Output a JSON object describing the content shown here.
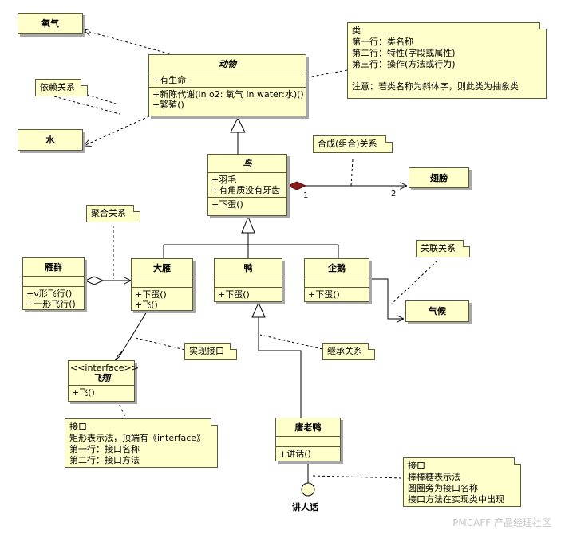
{
  "classes": {
    "oxygen": {
      "name": "氧气"
    },
    "water": {
      "name": "水"
    },
    "animal": {
      "name": "动物",
      "attributes": [
        "+有生命"
      ],
      "operations": [
        "+新陈代谢(in o2: 氧气  in water:水)()",
        "+繁殖()"
      ]
    },
    "bird": {
      "name": "鸟",
      "attributes": [
        "+羽毛",
        "+有角质没有牙齿"
      ],
      "operations": [
        "+下蛋()"
      ]
    },
    "wing": {
      "name": "翅膀"
    },
    "goose_flock": {
      "name": "雁群",
      "attributes": [],
      "operations": [
        "+v形飞行()",
        "+一形飞行()"
      ]
    },
    "wild_goose": {
      "name": "大雁",
      "attributes": [],
      "operations": [
        "+下蛋()",
        "+飞()"
      ]
    },
    "duck": {
      "name": "鸭",
      "attributes": [],
      "operations": [
        "+下蛋()"
      ]
    },
    "penguin": {
      "name": "企鹅",
      "attributes": [],
      "operations": [
        "+下蛋()"
      ]
    },
    "climate": {
      "name": "气候"
    },
    "fly_iface": {
      "stereotype": "<<interface>>",
      "name": "飞翔",
      "operations": [
        "+飞()"
      ]
    },
    "donald": {
      "name": "唐老鸭",
      "attributes": [],
      "operations": [
        "+讲话()"
      ]
    }
  },
  "interface_lollipop": {
    "name": "讲人话"
  },
  "notes": {
    "dependency": {
      "lines": [
        "依赖关系"
      ]
    },
    "class_info": {
      "lines": [
        "类",
        "第一行：类名称",
        "第二行：特性(字段或属性)",
        "第三行：操作(方法或行为)",
        "",
        "注意：若类名称为斜体字，则此类为抽象类"
      ]
    },
    "composition": {
      "lines": [
        "合成(组合)关系"
      ]
    },
    "aggregation": {
      "lines": [
        "聚合关系"
      ]
    },
    "association": {
      "lines": [
        "关联关系"
      ]
    },
    "implement": {
      "lines": [
        "实现接口"
      ]
    },
    "inherit": {
      "lines": [
        "继承关系"
      ]
    },
    "iface_rect": {
      "lines": [
        "接口",
        "矩形表示法，顶端有《interface》",
        "第一行：接口名称",
        "第二行：接口方法"
      ]
    },
    "iface_lollipop": {
      "lines": [
        "接口",
        "棒棒糖表示法",
        "圆圈旁为接口名称",
        "接口方法在实现类中出现"
      ]
    }
  },
  "multiplicity": {
    "bird_end": "1",
    "wing_end": "2"
  },
  "watermark": "PMCAFF 产品经理社区",
  "colors": {
    "fill": "#ffffcc",
    "border": "#5a5a3a",
    "shadow": "#a8a8a8",
    "composition": "#8b1a1a"
  }
}
